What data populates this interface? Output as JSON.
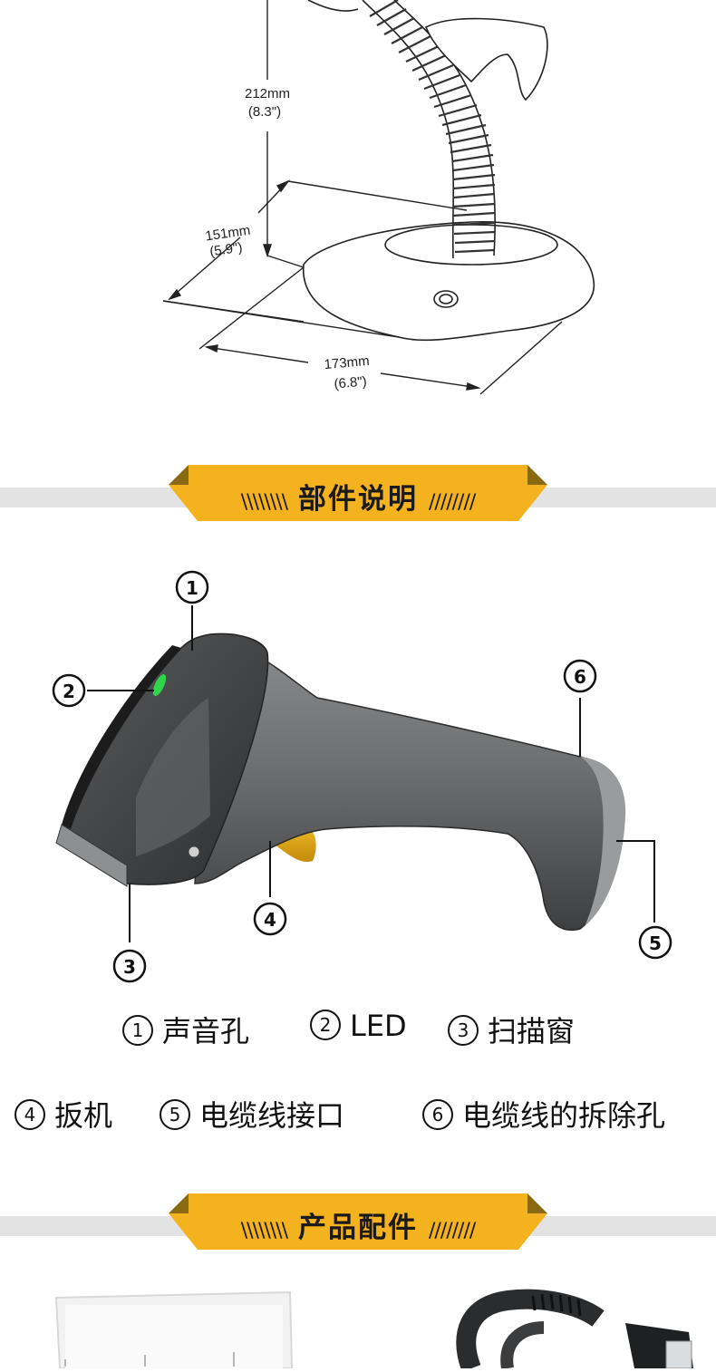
{
  "stand_dimensions": {
    "height_mm": "212mm",
    "height_in": "(8.3\")",
    "depth_mm": "151mm",
    "depth_in": "(5.9\")",
    "width_mm": "173mm",
    "width_in": "(6.8\")"
  },
  "sections": {
    "parts": {
      "title": "部件说明",
      "left_deco": "\\\\\\\\\\\\\\\\",
      "right_deco": "////////"
    },
    "accessories": {
      "title": "产品配件",
      "left_deco": "\\\\\\\\\\\\\\\\",
      "right_deco": "////////"
    }
  },
  "callouts": [
    "1",
    "2",
    "3",
    "4",
    "5",
    "6"
  ],
  "parts": [
    {
      "number": "1",
      "label": "声音孔"
    },
    {
      "number": "2",
      "label": "LED"
    },
    {
      "number": "3",
      "label": "扫描窗"
    },
    {
      "number": "4",
      "label": "扳机"
    },
    {
      "number": "5",
      "label": "电缆线接口"
    },
    {
      "number": "6",
      "label": "电缆线的拆除孔"
    }
  ],
  "colors": {
    "banner_gold": "#f5b21f",
    "banner_dark": "#8a6a10",
    "scanner_body": "#6e6f70",
    "trigger": "#f2b613",
    "led": "#2fd64a"
  }
}
